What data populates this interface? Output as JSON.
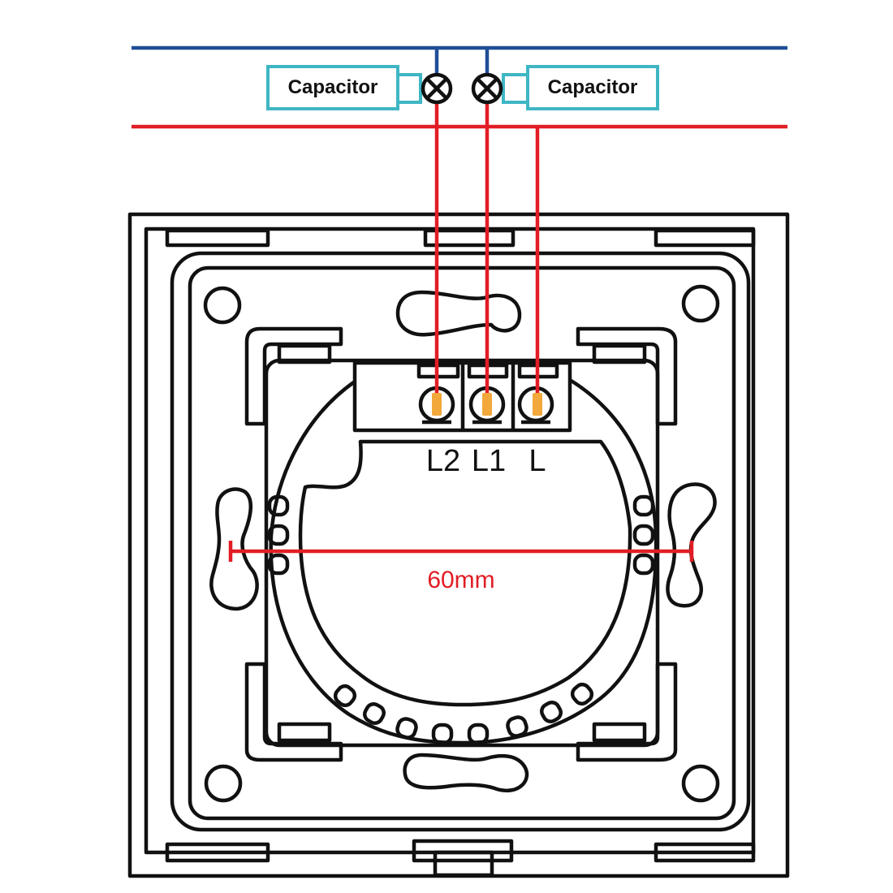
{
  "labels": {
    "capacitor_left": "Capacitor",
    "capacitor_right": "Capacitor",
    "terminal_l2": "L2",
    "terminal_l1": "L1",
    "terminal_l": "L",
    "dimension": "60mm"
  },
  "icons": {
    "lamp": "lamp-icon",
    "screw_terminal": "screw-terminal-icon"
  },
  "colors": {
    "neutral_wire": "#1f4e96",
    "live_wire": "#e21d25",
    "capacitor_box": "#3fb6c4",
    "outline": "#111111",
    "dimension_text": "#e21d25",
    "terminal_pin": "#f2a83a"
  }
}
